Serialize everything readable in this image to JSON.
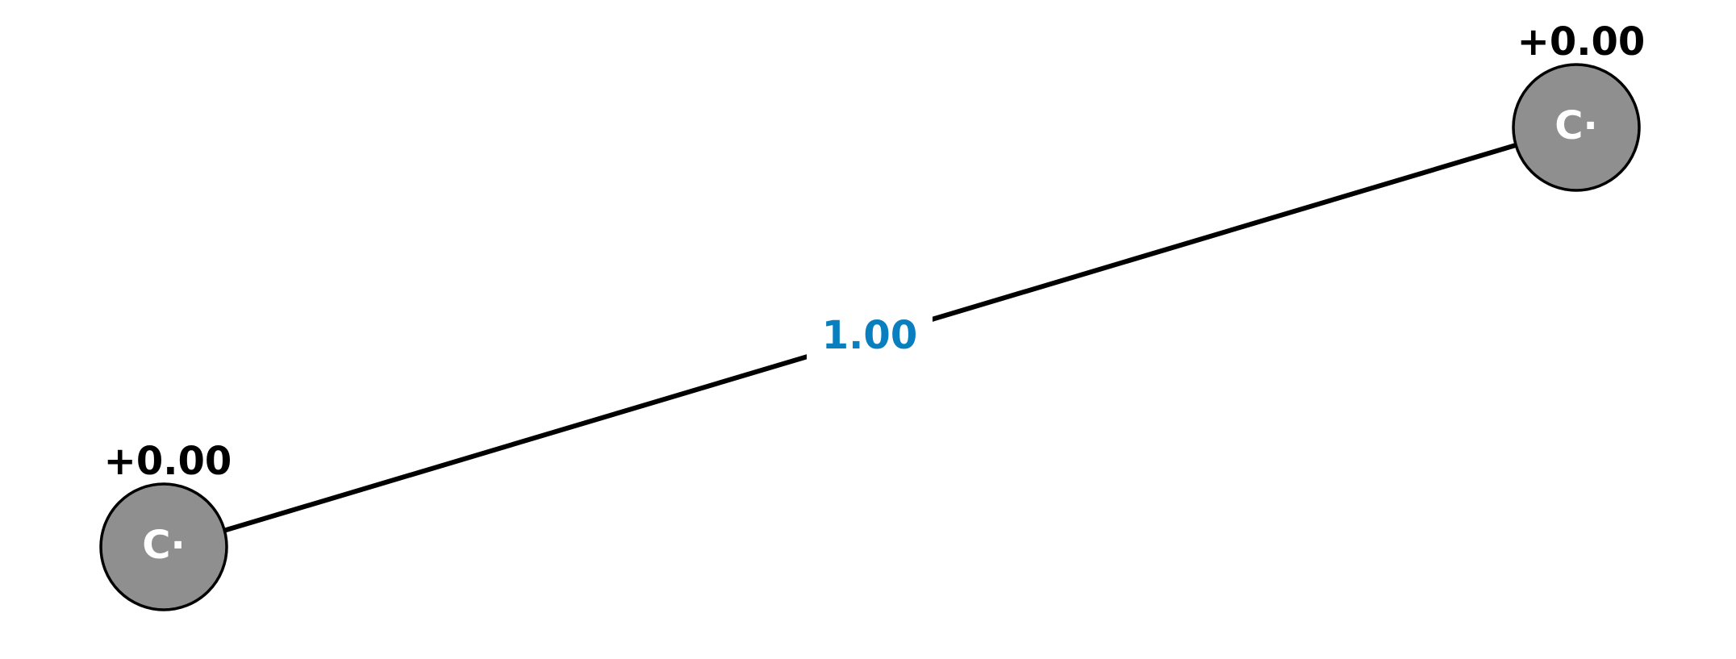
{
  "molecule": {
    "atoms": [
      {
        "symbol": "C·",
        "charge": "+0.00"
      },
      {
        "symbol": "C·",
        "charge": "+0.00"
      }
    ],
    "bonds": [
      {
        "from": 0,
        "to": 1,
        "order_label": "1.00"
      }
    ]
  },
  "colors": {
    "atom_fill": "#8f8f8f",
    "atom_stroke": "#000000",
    "atom_symbol": "#ffffff",
    "charge_text": "#000000",
    "bond_line": "#000000",
    "bond_label": "#0a7fbf",
    "background": "#ffffff"
  }
}
